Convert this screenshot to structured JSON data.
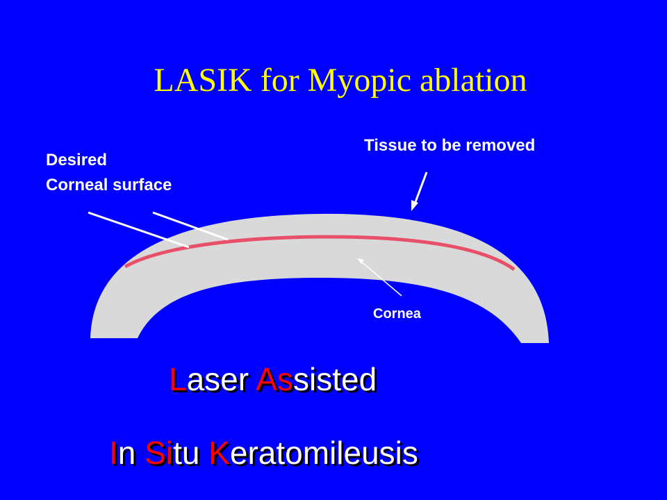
{
  "slide": {
    "title": "LASIK for Myopic ablation",
    "labels": {
      "tissue": "Tissue to be removed",
      "desired_line1": "Desired",
      "desired_line2": "Corneal surface",
      "cornea": "Cornea"
    },
    "acronym_line1": [
      {
        "text": "L",
        "highlight": true
      },
      {
        "text": "aser ",
        "highlight": false
      },
      {
        "text": "As",
        "highlight": true
      },
      {
        "text": "sisted",
        "highlight": false
      }
    ],
    "acronym_line2": [
      {
        "text": "I",
        "highlight": true
      },
      {
        "text": "n ",
        "highlight": false
      },
      {
        "text": "Si",
        "highlight": true
      },
      {
        "text": "tu ",
        "highlight": false
      },
      {
        "text": "K",
        "highlight": true
      },
      {
        "text": "eratomileusis",
        "highlight": false
      }
    ]
  },
  "colors": {
    "background": "#0000ff",
    "title": "#ffff00",
    "cornea_fill": "#d9d9d9",
    "ablation_line": "#e8506a",
    "highlight_letter": "#ff0000",
    "text": "#ffffff"
  }
}
